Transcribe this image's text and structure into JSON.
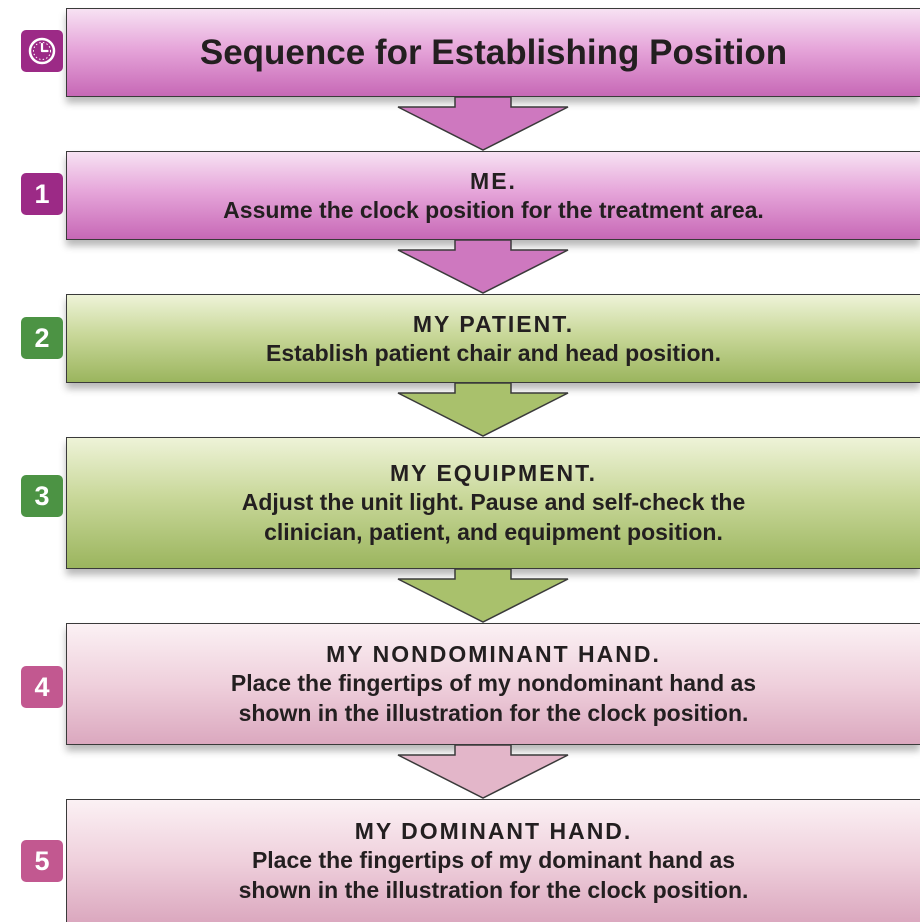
{
  "title": "Sequence for Establishing Position",
  "icons": {
    "title_badge": "clock-icon",
    "connector": "down-arrow"
  },
  "colors": {
    "magenta": "#c768b6",
    "green": "#9bb55e",
    "pink": "#dba8bf",
    "badge_magenta": "#9c2a86",
    "badge_green": "#4c9344",
    "badge_pink": "#c25890"
  },
  "steps": [
    {
      "number": "1",
      "heading": "ME.",
      "lines": [
        "Assume the clock position for the treatment area."
      ]
    },
    {
      "number": "2",
      "heading": "MY PATIENT.",
      "lines": [
        "Establish patient chair and head position."
      ]
    },
    {
      "number": "3",
      "heading": "MY EQUIPMENT.",
      "lines": [
        "Adjust the unit light. Pause and self-check the",
        "clinician, patient, and equipment position."
      ]
    },
    {
      "number": "4",
      "heading": "MY NONDOMINANT HAND.",
      "lines": [
        "Place the fingertips of my nondominant hand as",
        "shown in the illustration for the clock position."
      ]
    },
    {
      "number": "5",
      "heading": "MY DOMINANT HAND.",
      "lines": [
        "Place the fingertips of my dominant hand as",
        "shown in the illustration for the clock position."
      ]
    }
  ]
}
